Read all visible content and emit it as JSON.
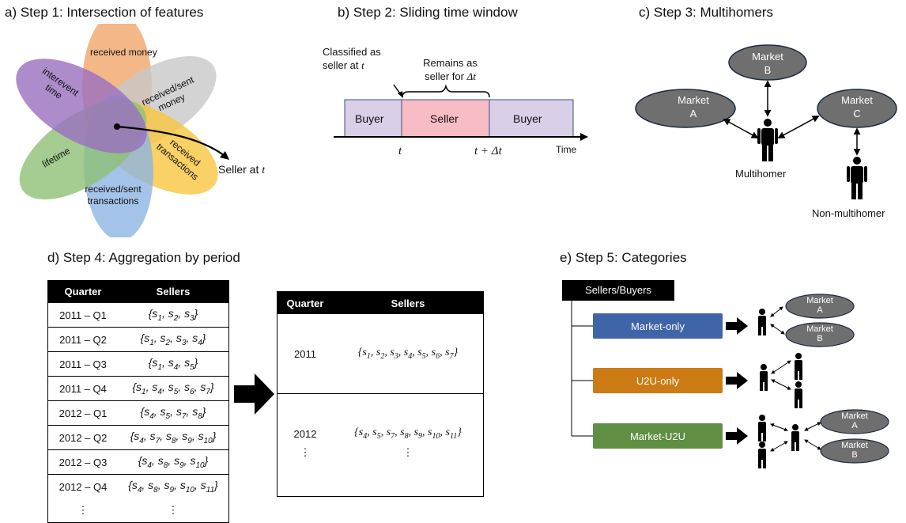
{
  "panels": {
    "a": {
      "title": "a) Step 1: Intersection of features",
      "petals": {
        "received_money": "received money",
        "received_sent_money": "received/sent money",
        "received_transactions": "received transactions",
        "received_sent_transactions": "received/sent transactions",
        "lifetime": "lifetime",
        "interevent_time": "interevent time"
      },
      "seller_label": "Seller at",
      "seller_var": "t"
    },
    "b": {
      "title": "b) Step 2: Sliding time window",
      "classified_label_1": "Classified as",
      "classified_label_2": "seller at",
      "remains_label_1": "Remains as",
      "remains_label_2": "seller for",
      "delta_t": "Δt",
      "t": "t",
      "t_plus": "t + Δt",
      "segments": [
        "Buyer",
        "Seller",
        "Buyer"
      ],
      "time_axis_label": "Time"
    },
    "c": {
      "title": "c) Step 3: Multihomers",
      "markets": [
        {
          "name": "Market",
          "letter": "A"
        },
        {
          "name": "Market",
          "letter": "B"
        },
        {
          "name": "Market",
          "letter": "C"
        }
      ],
      "multihomer_label": "Multihomer",
      "non_multihomer_label": "Non-multihomer"
    },
    "d": {
      "title": "d) Step 4: Aggregation by period",
      "left_table": {
        "headers": [
          "Quarter",
          "Sellers"
        ],
        "rows": [
          [
            "2011 – Q1",
            "{s1, s2, s3}"
          ],
          [
            "2011 – Q2",
            "{s1, s2, s3, s4}"
          ],
          [
            "2011 – Q3",
            "{s1, s4, s5}"
          ],
          [
            "2011 – Q4",
            "{s1, s4, s5, s6, s7}"
          ],
          [
            "2012 – Q1",
            "{s4, s5, s7, s8}"
          ],
          [
            "2012 – Q2",
            "{s4, s7, s8, s9, s10}"
          ],
          [
            "2012 – Q3",
            "{s4, s8, s9, s10}"
          ],
          [
            "2012 – Q4",
            "{s4, s8, s9, s10, s11}"
          ],
          [
            "⋮",
            "⋮"
          ]
        ]
      },
      "right_table": {
        "headers": [
          "Quarter",
          "Sellers"
        ],
        "rows": [
          [
            "2011",
            "{s1, s2, s3, s4, s5, s6, s7}"
          ],
          [
            "2012",
            "{s4, s5, s7, s8, s9, s10, s11}"
          ],
          [
            "⋮",
            "⋮"
          ]
        ]
      }
    },
    "e": {
      "title": "e) Step 5: Categories",
      "root": "Sellers/Buyers",
      "categories": [
        {
          "label": "Market-only",
          "color": "#4064a8"
        },
        {
          "label": "U2U-only",
          "color": "#cc7a14"
        },
        {
          "label": "Market-U2U",
          "color": "#5f8f42"
        }
      ],
      "market_a": {
        "name": "Market",
        "letter": "A"
      },
      "market_b": {
        "name": "Market",
        "letter": "B"
      }
    }
  },
  "colors": {
    "buyer": "#d9cfe6",
    "seller": "#f7bcc4",
    "market": "#6f6f6f",
    "petal_orange": "#f0a56a",
    "petal_gray": "#c8c8c8",
    "petal_yellow": "#f7c53f",
    "petal_blue": "#8db4e2",
    "petal_green": "#8fc077",
    "petal_purple": "#9a6fbf"
  }
}
